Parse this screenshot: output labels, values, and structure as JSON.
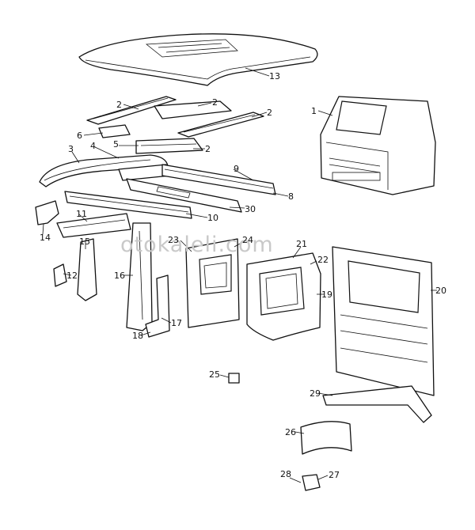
{
  "watermark": "otokaleli.com",
  "callouts": [
    "1",
    "2",
    "2",
    "2",
    "2",
    "3",
    "4",
    "5",
    "6",
    "8",
    "9",
    "10",
    "11",
    "12",
    "13",
    "14",
    "15",
    "16",
    "17",
    "18",
    "19",
    "20",
    "21",
    "22",
    "23",
    "24",
    "25",
    "26",
    "27",
    "28",
    "29",
    "30"
  ]
}
